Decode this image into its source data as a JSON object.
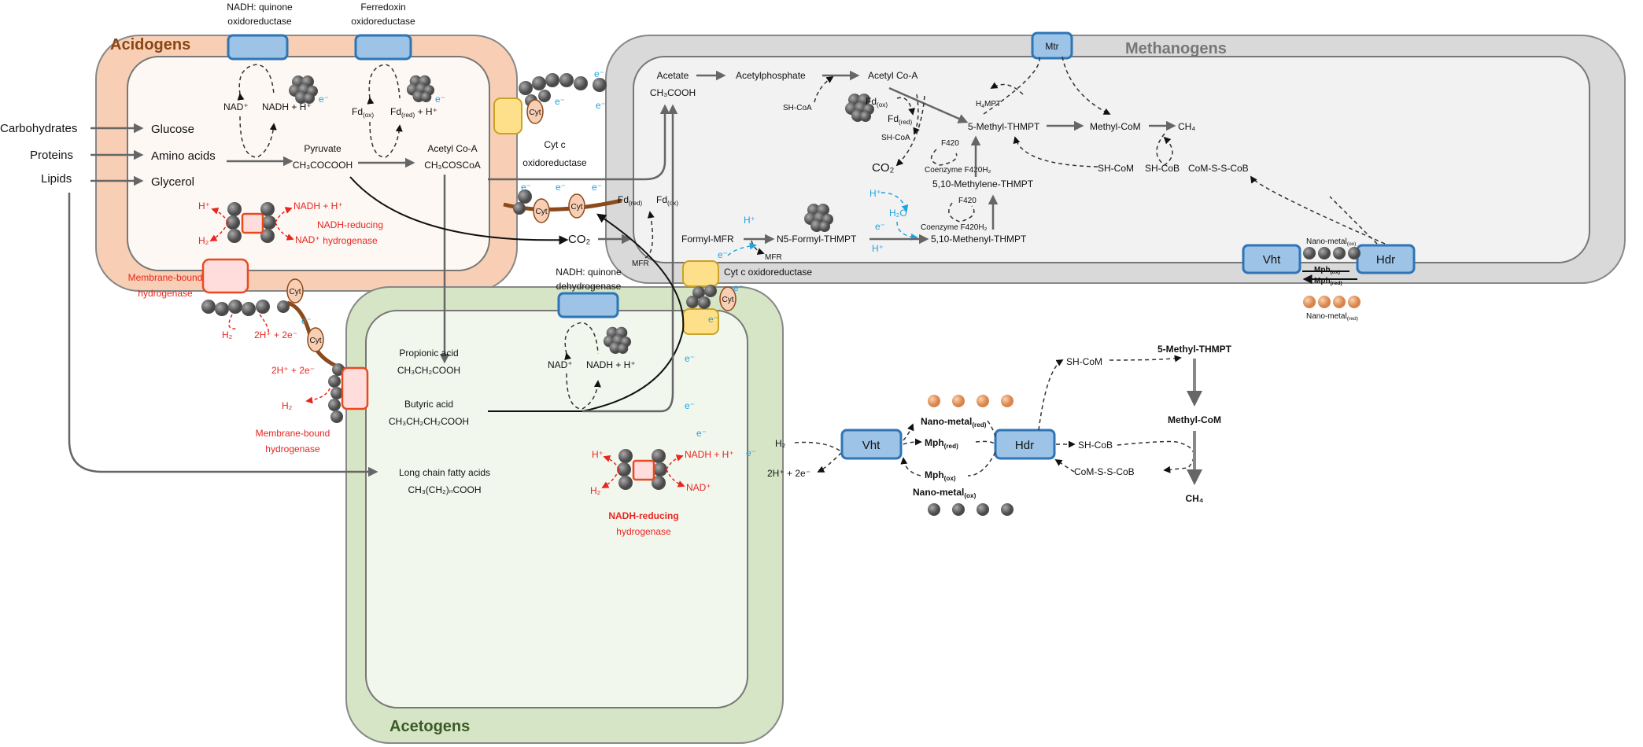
{
  "colors": {
    "acidogens_membrane": "#f8cfb4",
    "methanogens_membrane": "#d9d9d9",
    "acetogens_membrane": "#d5e5c6",
    "enzyme": "#9dc3e6",
    "hydrogenase": "#e8251f",
    "electron": "#1fa3e0",
    "cytochrome_c": "#ffe08a"
  },
  "substrates": {
    "carbohydrates": "Carbohydrates",
    "proteins": "Proteins",
    "lipids": "Lipids"
  },
  "acidogens": {
    "title": "Acidogens",
    "nadh_enzyme": [
      "NADH: quinone",
      "oxidoreductase"
    ],
    "fd_enzyme": [
      "Ferredoxin",
      "oxidoreductase"
    ],
    "glucose": "Glucose",
    "amino_acids": "Amino acids",
    "glycerol": "Glycerol",
    "nad": "NAD⁺",
    "nadh": "NADH + H⁺",
    "fd_ox": {
      "main": "Fd",
      "sub": "(ox)"
    },
    "fd_red": {
      "main": "Fd",
      "sub": "(red)",
      "rest": " + H⁺"
    },
    "pyruvate": [
      "Pyruvate",
      "CH₃COCOOH"
    ],
    "acetyl_coa": [
      "Acetyl Co-A",
      "CH₃COSCoA"
    ],
    "hyd_h": "H⁺",
    "hyd_h2": "H₂",
    "hyd_nadh": "NADH + H⁺",
    "hyd_nad": "NAD⁺",
    "hyd_label": [
      "NADH-reducing",
      "hydrogenase"
    ],
    "membrane_hyd": [
      "Membrane-bound",
      "hydrogenase"
    ],
    "electron": "e⁻"
  },
  "interspecies": {
    "cyt": "Cyt",
    "cytc_oxidoreductase": [
      "Cyt c",
      "oxidoreductase"
    ],
    "cytc_oxidoreductase2": "Cyt c oxidoreductase",
    "co2": "CO₂",
    "h2_a": "H₂",
    "h_2e_a": "2H⁺ + 2e⁻",
    "h_2e_b": "2H⁺ + 2e⁻",
    "h2_b": "H₂",
    "membrane_hyd2": [
      "Membrane-bound",
      "hydrogenase"
    ],
    "electron": "e⁻"
  },
  "methanogens": {
    "title": "Methanogens",
    "mtr": "Mtr",
    "vht": "Vht",
    "hdr": "Hdr",
    "acetate": [
      "Acetate",
      "CH₃COOH"
    ],
    "acetylphosphate": "Acetylphosphate",
    "acetyl_coa": "Acetyl Co-A",
    "sh_coa": "SH-CoA",
    "sh_coa2": "SH-CoA",
    "h4mpt": {
      "main": "H",
      "sub": "4",
      "rest": "MPT"
    },
    "fd_ox": {
      "main": "Fd",
      "sub": "(ox)"
    },
    "fd_red": {
      "main": "Fd",
      "sub": "(red)"
    },
    "methyl_thmpt": "5-Methyl-THMPT",
    "methyl_com": "Methyl-CoM",
    "ch4": "CH₄",
    "f420": "F420",
    "f420b": "F420",
    "co2": "CO₂",
    "coenzyme_f420h2": "Coenzyme F420H₂",
    "coenzyme_f420h2b": "Coenzyme F420H₂",
    "methylene": "5,10-Methylene-THMPT",
    "methenyl": "5,10-Methenyl-THMPT",
    "sh_com": "SH-CoM",
    "sh_cob": "SH-CoB",
    "com_s_s_cob": "CoM-S-S-CoB",
    "h_plus": "H⁺",
    "e_minus": "e⁻",
    "h2o": "H₂O",
    "h_plus2": "H⁺",
    "formyl_mfr": "Formyl-MFR",
    "n5_formyl": "N5-Formyl-THMPT",
    "mfr": "MFR",
    "mfr2": "MFR",
    "fd_red2": {
      "main": "Fd",
      "sub": "(red)"
    },
    "fd_ox2": {
      "main": "Fd",
      "sub": "(ox)"
    },
    "nano_ox": {
      "main": "Nano-metal",
      "sub": "(ox)"
    },
    "nano_red": {
      "main": "Nano-metal",
      "sub": "(red)"
    },
    "mph_ox": {
      "main": "Mph",
      "sub": "(ox)"
    },
    "mph_red": {
      "main": "Mph",
      "sub": "(red)"
    }
  },
  "acetogens": {
    "title": "Acetogens",
    "nadh_enzyme": [
      "NADH: quinone",
      "dehydrogenase"
    ],
    "nad": "NAD⁺",
    "nadh": "NADH + H⁺",
    "propionic": [
      "Propionic acid",
      "CH₃CH₂COOH"
    ],
    "butyric": [
      "Butyric acid",
      "CH₃CH₂CH₂COOH"
    ],
    "lcfa": [
      "Long chain fatty acids",
      "CH₃(CH₂)ₙCOOH"
    ],
    "hyd_h": "H⁺",
    "hyd_h2": "H₂",
    "hyd_nadh": "NADH + H⁺",
    "hyd_nad": "NAD⁺",
    "hyd_label": [
      "NADH-reducing",
      "hydrogenase"
    ],
    "electron": "e⁻"
  },
  "inset": {
    "vht": "Vht",
    "hdr": "Hdr",
    "h2": "H₂",
    "h_2e": "2H⁺ + 2e⁻",
    "nano_red": {
      "main": "Nano-metal",
      "sub": "(red)"
    },
    "mph_red": {
      "main": "Mph",
      "sub": "(red)"
    },
    "mph_ox": {
      "main": "Mph",
      "sub": "(ox)"
    },
    "nano_ox": {
      "main": "Nano-metal",
      "sub": "(ox)"
    },
    "sh_com": "SH-CoM",
    "sh_cob": "SH-CoB",
    "com_s_s_cob": "CoM-S-S-CoB",
    "methyl_thmpt": "5-Methyl-THMPT",
    "methyl_com": "Methyl-CoM",
    "ch4": "CH₄"
  }
}
